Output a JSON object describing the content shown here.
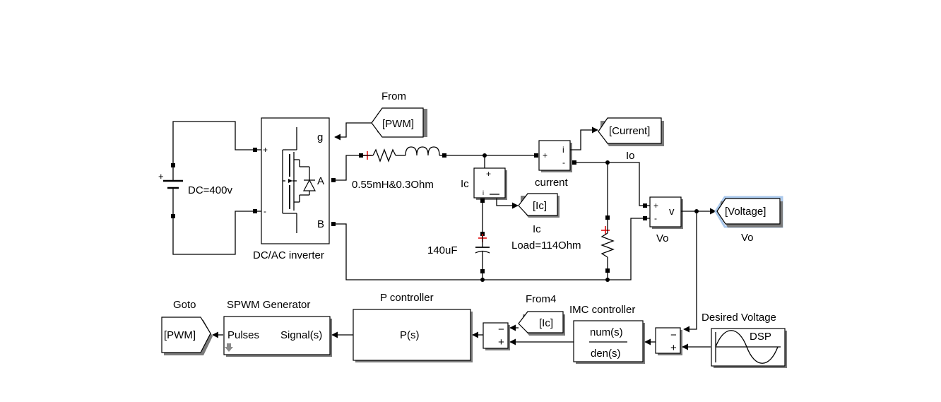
{
  "blocks": {
    "dc_source_label": "DC=400v",
    "inverter_label": "DC/AC inverter",
    "inverter_port_g": "g",
    "inverter_port_a": "A",
    "inverter_port_b": "B",
    "inverter_port_plus": "+",
    "inverter_port_minus": "-",
    "from_top_title": "From",
    "from_top_tag": "[PWM]",
    "rl_label": "0.55mH&0.3Ohm",
    "current_meas_title": "current",
    "current_meas_i": "i",
    "current_meas_plus": "+",
    "current_meas_minus": "-",
    "goto_current_tag": "[Current]",
    "io_label": "Io",
    "ic_meas_side_label": "Ic",
    "ic_meas_plus": "+",
    "goto_ic_tag": "[Ic]",
    "goto_ic_title": "Ic",
    "capacitor_label": "140uF",
    "load_label": "Load=114Ohm",
    "vmeas_title": "Vo",
    "vmeas_v": "v",
    "vmeas_plus": "+",
    "vmeas_minus": "-",
    "goto_voltage_tag": "[Voltage]",
    "goto_voltage_title": "Vo",
    "goto_pwm_title": "Goto",
    "goto_pwm_tag": "[PWM]",
    "spwm_title": "SPWM Generator",
    "spwm_pulses": "Pulses",
    "spwm_signal": "Signal(s)",
    "p_title": "P controller",
    "p_body": "P(s)",
    "from4_title": "From4",
    "from4_tag": "[Ic]",
    "sum1_minus": "−",
    "sum1_plus": "+",
    "imc_title": "IMC controller",
    "imc_num": "num(s)",
    "imc_den": "den(s)",
    "sum2_minus": "−",
    "sum2_plus": "+",
    "desired_title": "Desired  Voltage",
    "dsp_label": "DSP"
  },
  "colors": {
    "line": "#000000",
    "plus_marker": "#e00000",
    "selected_border": "#a9c8ec",
    "shadow": "#7a7a7a"
  }
}
